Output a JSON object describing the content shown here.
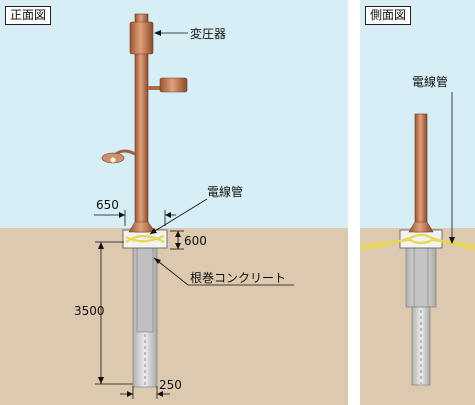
{
  "front_view": {
    "title": "正面図",
    "labels": {
      "transformer": "変圧器",
      "conduit": "電線管",
      "root_concrete": "根巻コンクリート"
    },
    "dimensions": {
      "width_top": "650",
      "depth_top": "600",
      "depth_total": "3500",
      "width_bottom": "250"
    }
  },
  "side_view": {
    "title": "側面図",
    "labels": {
      "conduit": "電線管"
    }
  },
  "colors": {
    "sky": "#d8eef6",
    "ground": "#ddc8b0",
    "pole": "#c9875f",
    "pole_dark": "#8a4a2c",
    "concrete": "#d0d0d0",
    "wire": "#f0e060"
  }
}
